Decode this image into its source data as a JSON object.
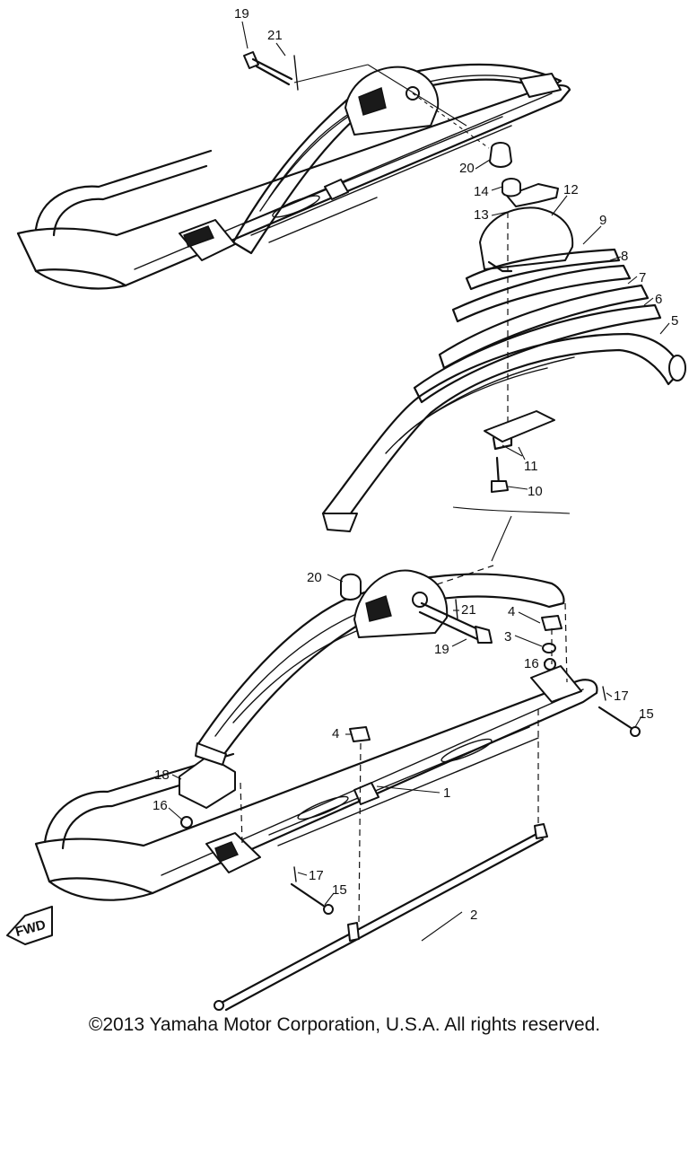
{
  "callouts": {
    "c19_top": "19",
    "c21_top": "21",
    "c20_top": "20",
    "c14": "14",
    "c13": "13",
    "c12": "12",
    "c9": "9",
    "c8": "8",
    "c7": "7",
    "c6": "6",
    "c5": "5",
    "c11": "11",
    "c10": "10",
    "c20_mid": "20",
    "c21_mid": "21",
    "c19_mid": "19",
    "c4_right": "4",
    "c3": "3",
    "c16_right": "16",
    "c17_right": "17",
    "c15_right": "15",
    "c4_center": "4",
    "c18": "18",
    "c1": "1",
    "c16_left": "16",
    "c17_left": "17",
    "c15_left": "15",
    "c2": "2"
  },
  "fwd_label": "FWD",
  "copyright": "©2013 Yamaha Motor Corporation, U.S.A. All rights reserved."
}
